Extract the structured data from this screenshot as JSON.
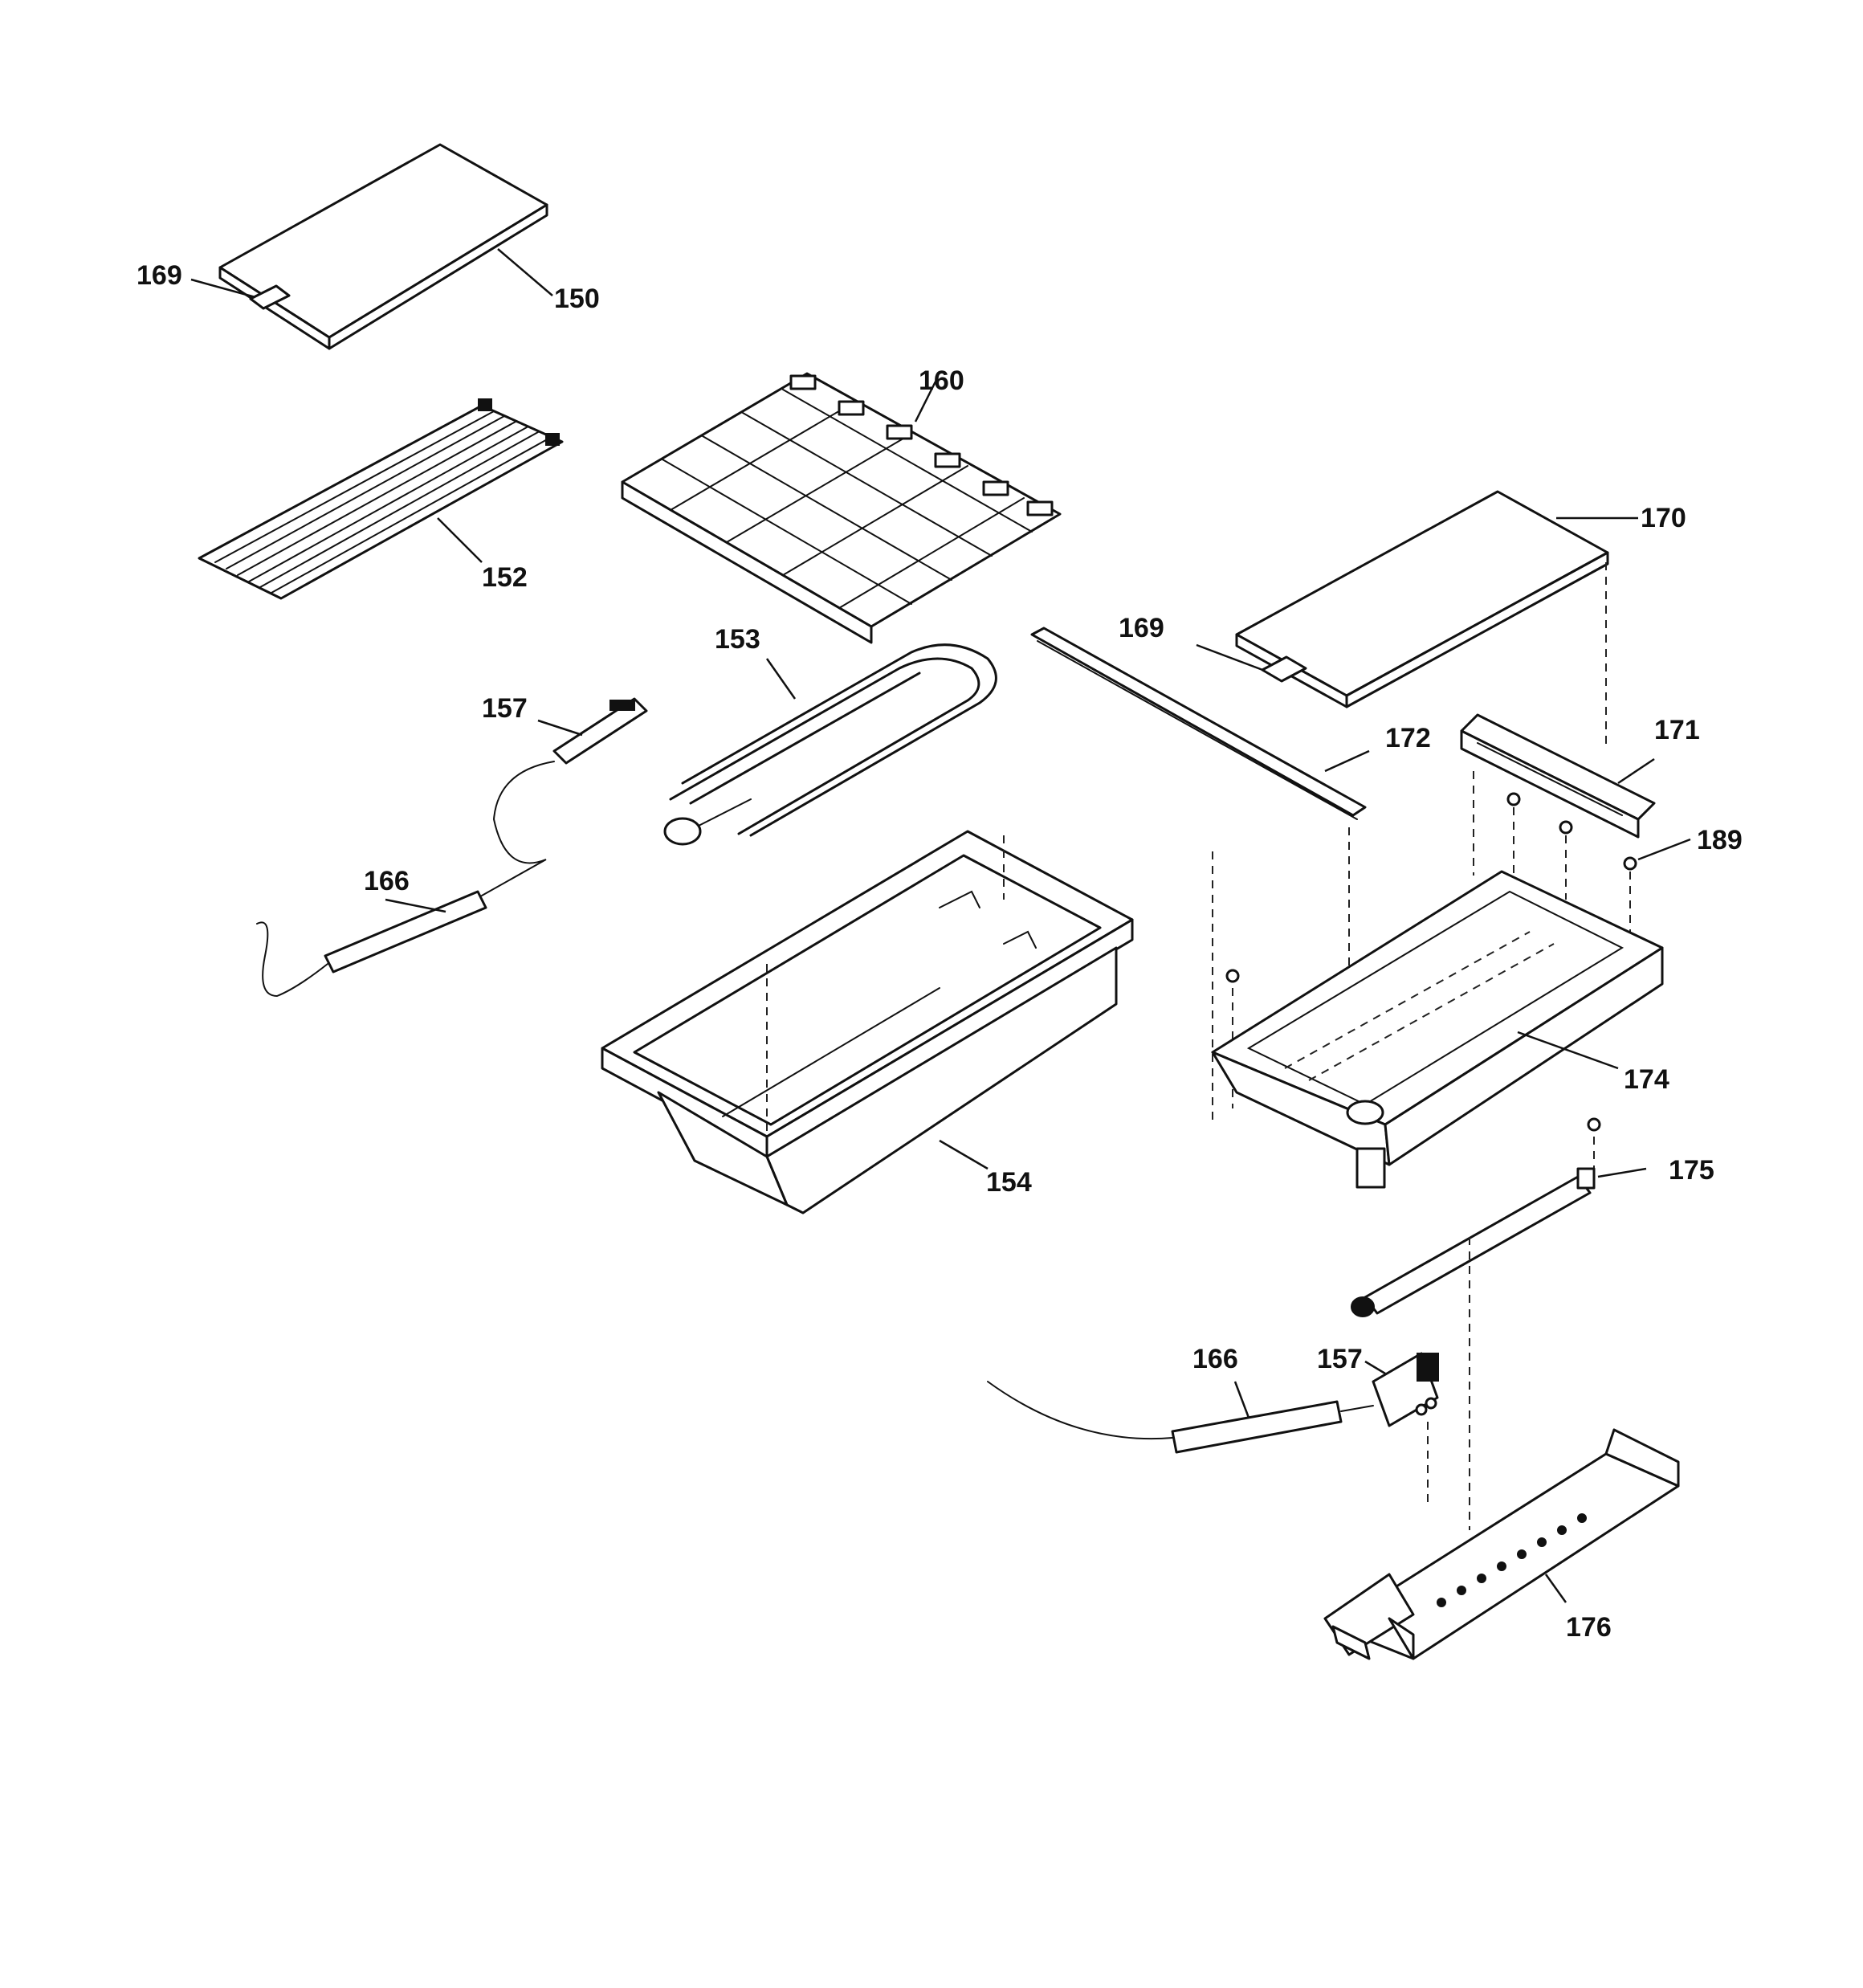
{
  "diagram": {
    "callouts": {
      "c169_top": "169",
      "c150": "150",
      "c160": "160",
      "c152": "152",
      "c170": "170",
      "c169_mid": "169",
      "c153": "153",
      "c157_top": "157",
      "c172": "172",
      "c171": "171",
      "c189": "189",
      "c166_top": "166",
      "c174": "174",
      "c154": "154",
      "c175": "175",
      "c166_bottom": "166",
      "c157_bottom": "157",
      "c176": "176"
    }
  }
}
